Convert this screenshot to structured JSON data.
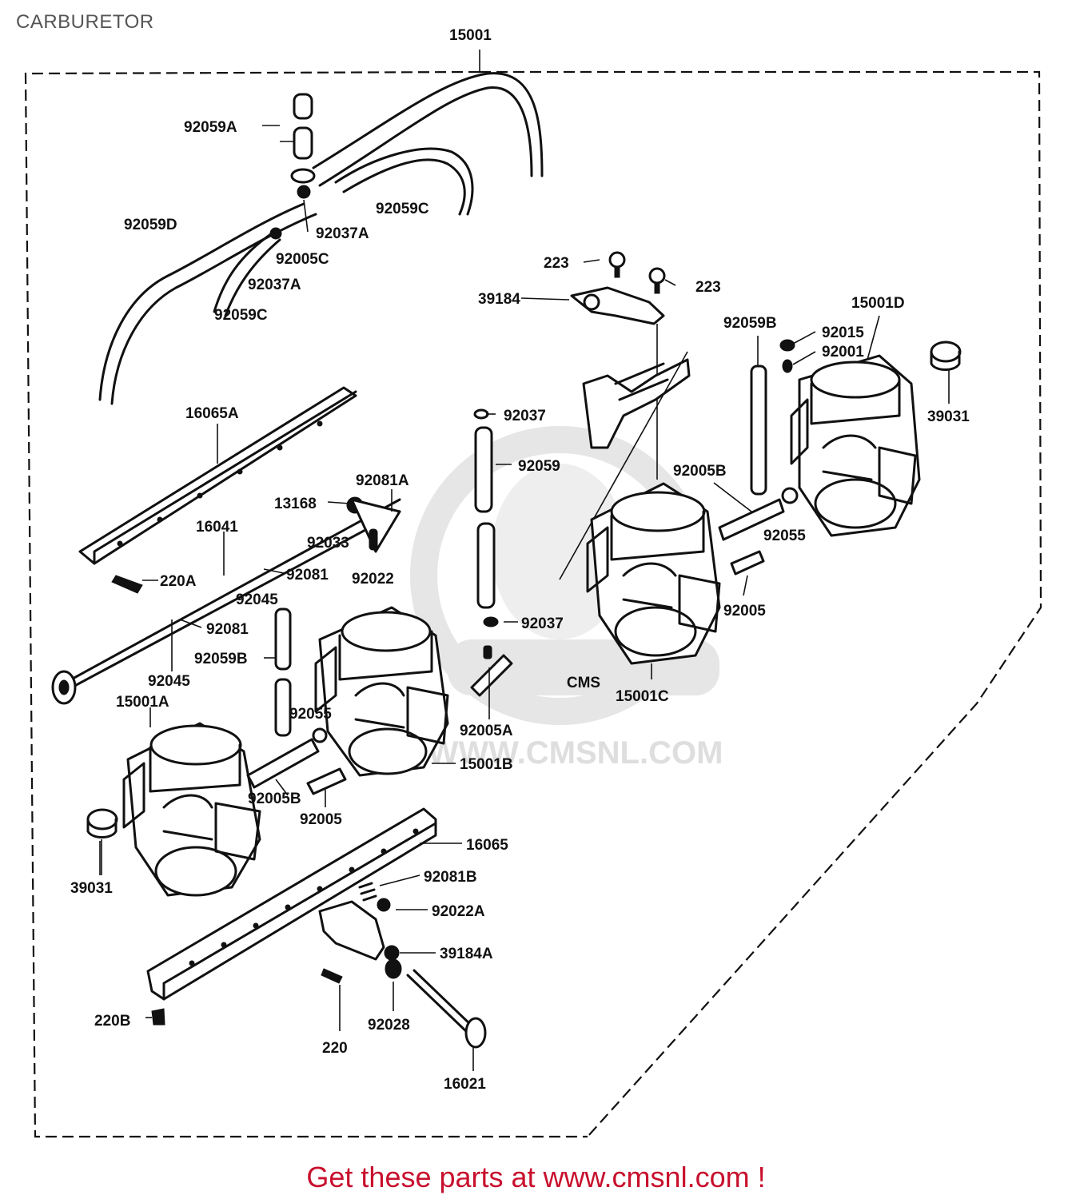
{
  "title": "CARBURETOR",
  "footer": {
    "call_to_action": "Get these parts at www.cmsnl.com !",
    "color": "#c8102e"
  },
  "watermark": {
    "text": "WWW.CMSNL.COM",
    "logo": "CMS",
    "color": "#e6e6e6"
  },
  "labels": {
    "l15001": "15001",
    "l92059A": "92059A",
    "l92059C_top": "92059C",
    "l92059D": "92059D",
    "l92037A_1": "92037A",
    "l92005C": "92005C",
    "l92037A_2": "92037A",
    "l92059C_bot": "92059C",
    "l223_a": "223",
    "l223_b": "223",
    "l39184": "39184",
    "l15001D": "15001D",
    "l92059B_top": "92059B",
    "l92015": "92015",
    "l92001": "92001",
    "l39031_right": "39031",
    "l16065A": "16065A",
    "l92037_top": "92037",
    "l92059": "92059",
    "l92005B_right": "92005B",
    "l92055_right": "92055",
    "l92081A": "92081A",
    "l13168": "13168",
    "l16041": "16041",
    "l92033": "92033",
    "l92022": "92022",
    "l220A": "220A",
    "l92081_1": "92081",
    "l92045_1": "92045",
    "l92081_2": "92081",
    "l92059B_left": "92059B",
    "l92045_2": "92045",
    "l92037_bot": "92037",
    "l92005_right": "92005",
    "l15001C": "15001C",
    "l15001A": "15001A",
    "l92055_left": "92055",
    "l92005A": "92005A",
    "l15001B": "15001B",
    "l92005B_left": "92005B",
    "l92005_left": "92005",
    "l16065": "16065",
    "l39031_left": "39031",
    "l92081B": "92081B",
    "l92022A": "92022A",
    "l39184A": "39184A",
    "l220B": "220B",
    "l220": "220",
    "l92028": "92028",
    "l16021": "16021"
  }
}
